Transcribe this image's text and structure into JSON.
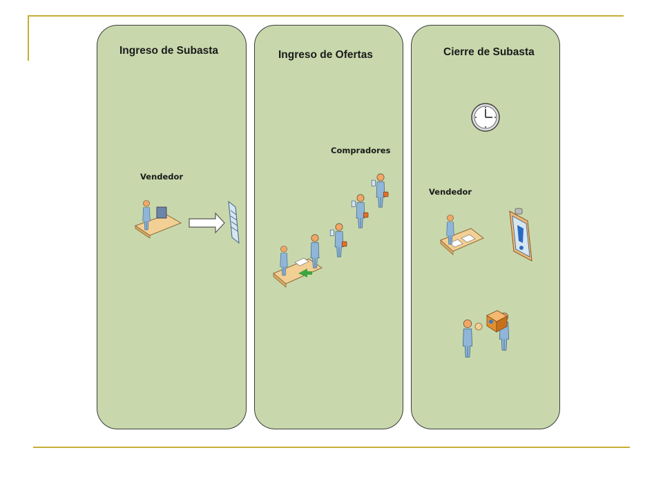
{
  "panels": [
    {
      "title": "Ingreso de Subasta",
      "label": "Vendedor"
    },
    {
      "title": "Ingreso de Ofertas",
      "label": "Compradores"
    },
    {
      "title": "Cierre de Subasta",
      "label": "Vendedor"
    }
  ],
  "colors": {
    "panel_fill": "#c8d8ac",
    "frame": "#c8ad34",
    "person": "#8fb6d9",
    "skin": "#f2a766",
    "desk": "#f2cf94",
    "briefcase": "#e0702c",
    "arrow_green": "#3ea53e"
  },
  "icons": [
    "seller-at-computer-icon",
    "arrow-right-icon",
    "document-icon",
    "seller-with-buyer-desk-icon",
    "buyer-icon",
    "clock-icon",
    "seller-at-desk-icon",
    "clipboard-alert-icon",
    "handover-package-icon"
  ]
}
